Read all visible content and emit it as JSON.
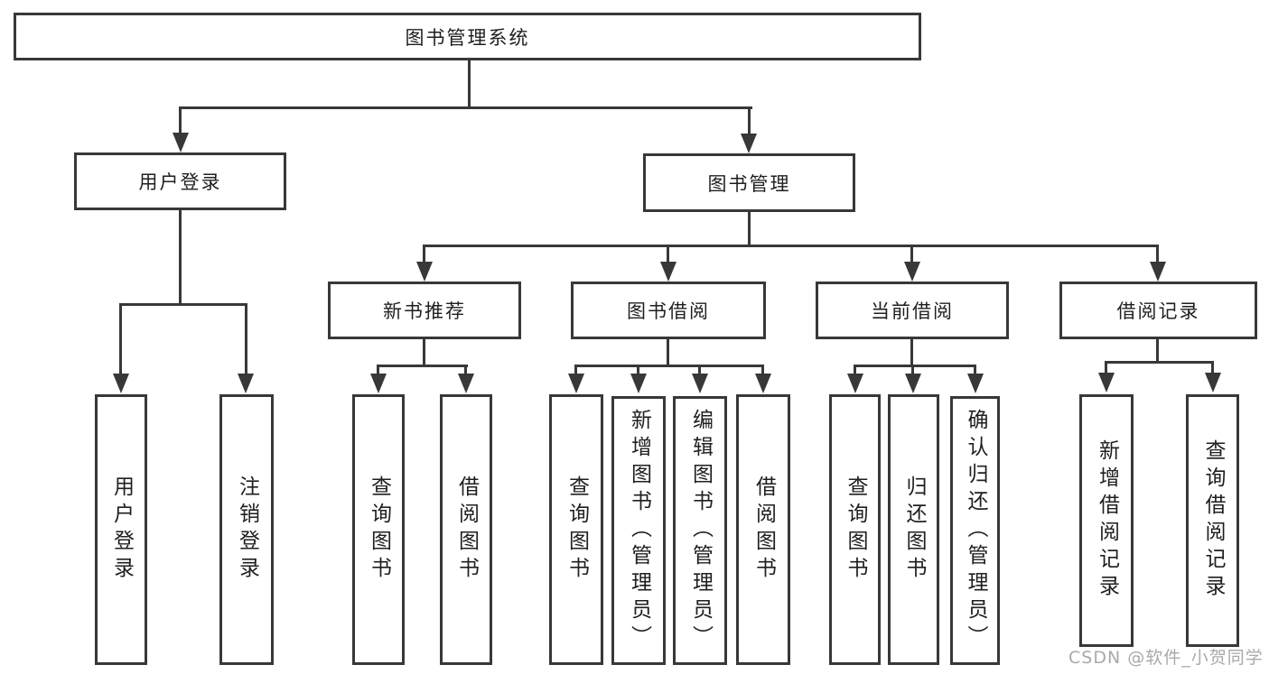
{
  "colors": {
    "line": "#383838",
    "text": "#1f1f1f",
    "watermark": "#a9a9a9",
    "background": "#ffffff"
  },
  "watermark": "CSDN @软件_小贺同学",
  "tree": {
    "root": {
      "label": "图书管理系统"
    },
    "branches": [
      {
        "label": "用户登录",
        "children": [
          {
            "label": "用户登录"
          },
          {
            "label": "注销登录"
          }
        ]
      },
      {
        "label": "图书管理",
        "children": [
          {
            "label": "新书推荐",
            "children": [
              {
                "label": "查询图书"
              },
              {
                "label": "借阅图书"
              }
            ]
          },
          {
            "label": "图书借阅",
            "children": [
              {
                "label": "查询图书"
              },
              {
                "label": "新增图书（管理员）"
              },
              {
                "label": "编辑图书（管理员）"
              },
              {
                "label": "借阅图书"
              }
            ]
          },
          {
            "label": "当前借阅",
            "children": [
              {
                "label": "查询图书"
              },
              {
                "label": "归还图书"
              },
              {
                "label": "确认归还（管理员）"
              }
            ]
          },
          {
            "label": "借阅记录",
            "children": [
              {
                "label": "新增借阅记录"
              },
              {
                "label": "查询借阅记录"
              }
            ]
          }
        ]
      }
    ]
  }
}
